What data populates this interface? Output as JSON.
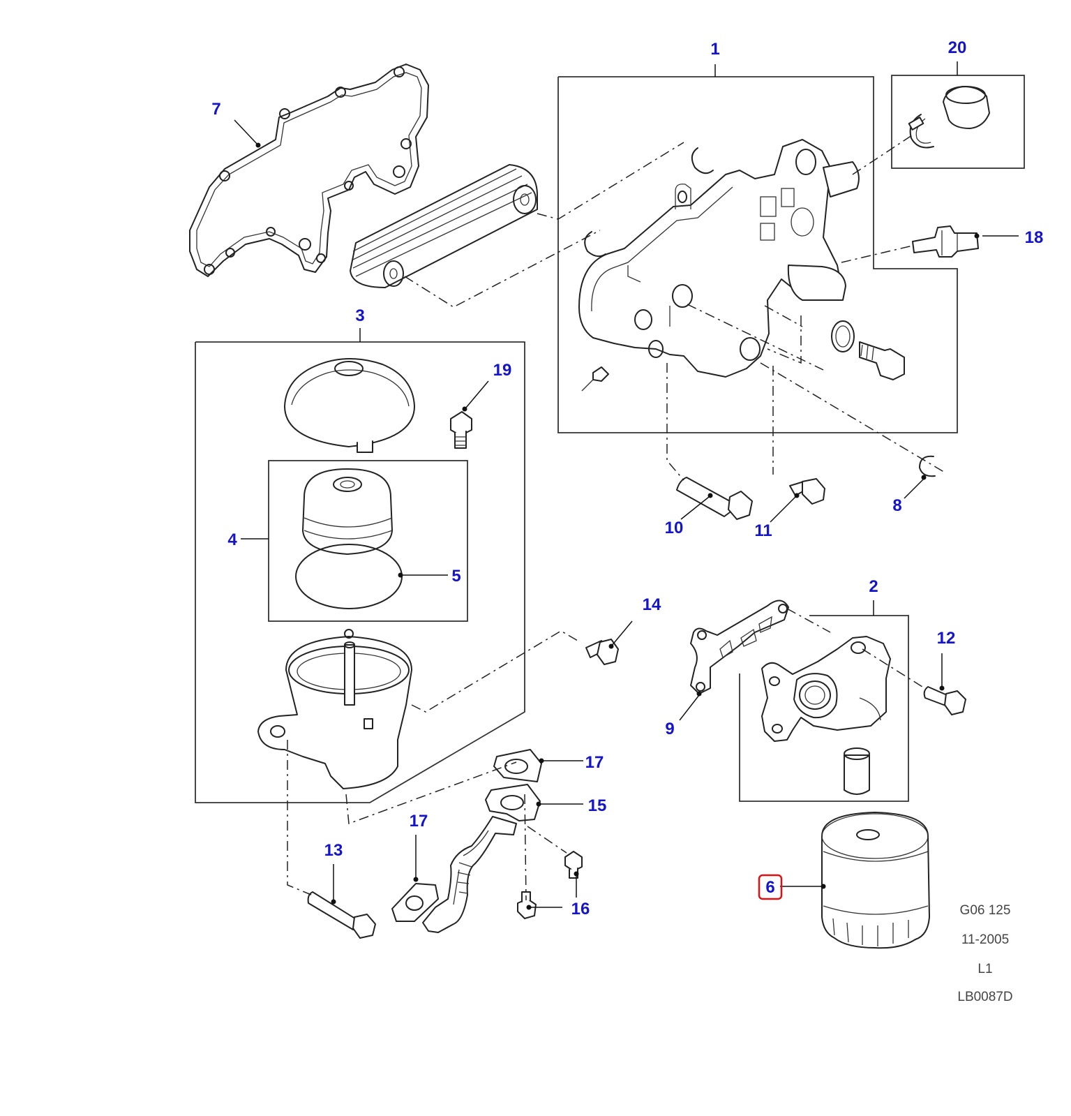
{
  "diagram": {
    "callouts": [
      "1",
      "2",
      "3",
      "4",
      "5",
      "6",
      "7",
      "8",
      "9",
      "10",
      "11",
      "12",
      "13",
      "14",
      "15",
      "16",
      "17",
      "17",
      "18",
      "19",
      "20"
    ],
    "highlighted_callout": "6",
    "highlight_color": "#e01010",
    "callout_color": "#1414c8",
    "reference": {
      "code": "G06 125",
      "date": "11-2005",
      "level": "L1",
      "drawing_id": "LB0087D"
    }
  }
}
